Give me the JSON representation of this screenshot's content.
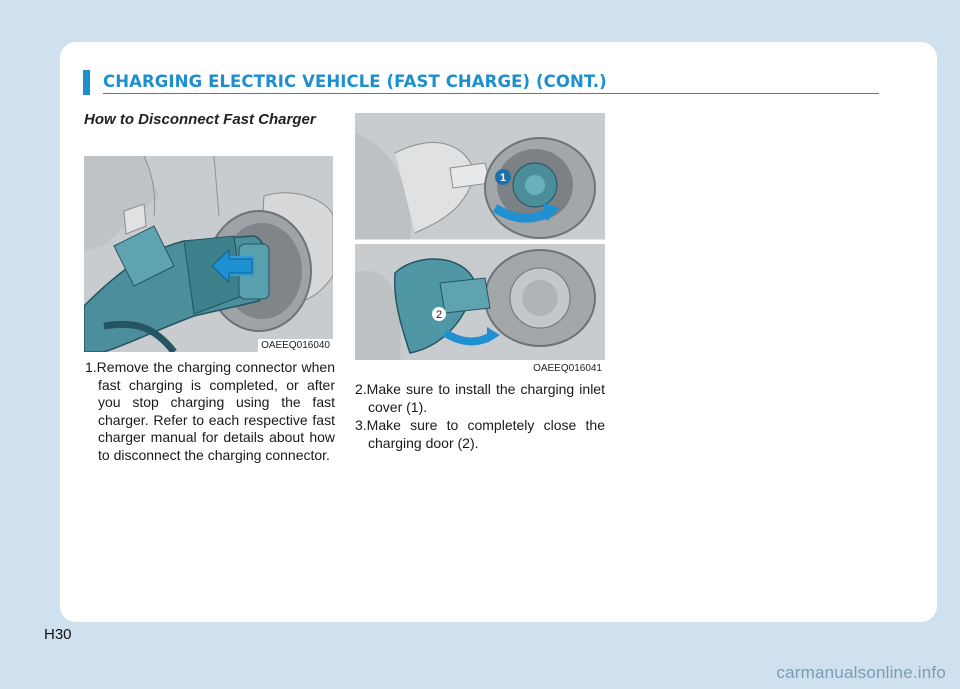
{
  "header": {
    "title": "CHARGING ELECTRIC VEHICLE (FAST CHARGE) (CONT.)"
  },
  "section": {
    "title": "How to Disconnect Fast Charger"
  },
  "figures": [
    {
      "code": "OAEEQ016040"
    },
    {
      "code": "OAEEQ016041",
      "callouts": [
        "1",
        "2"
      ]
    }
  ],
  "steps": [
    "1.Remove the charging connector when fast charging is completed, or after you stop charging using the fast charger. Refer to each respective fast charger manual for details about how to disconnect the charging connector.",
    "2.Make sure to install the charging inlet cover (1).",
    "3.Make sure to completely close the charging door (2)."
  ],
  "page": {
    "number": "H30"
  },
  "watermark": "carmanualsonline.info"
}
